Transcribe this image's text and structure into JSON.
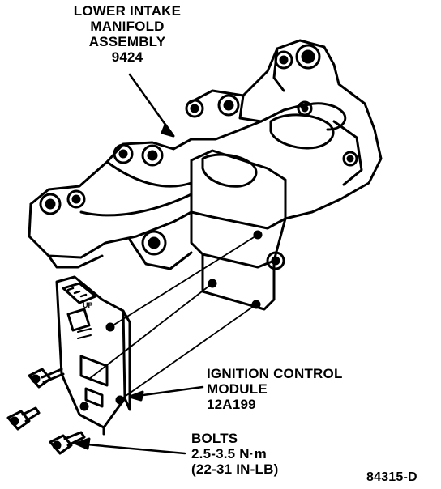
{
  "labels": {
    "manifold": {
      "line1": "LOWER INTAKE",
      "line2": "MANIFOLD",
      "line3": "ASSEMBLY",
      "line4": "9424"
    },
    "module": {
      "line1": "IGNITION CONTROL",
      "line2": "MODULE",
      "line3": "12A199"
    },
    "bolts": {
      "line1": "BOLTS",
      "line2": "2.5-3.5 N·m",
      "line3": "(22-31 IN-LB)"
    },
    "figure_code": "84315-D"
  },
  "module_marking": "UP"
}
